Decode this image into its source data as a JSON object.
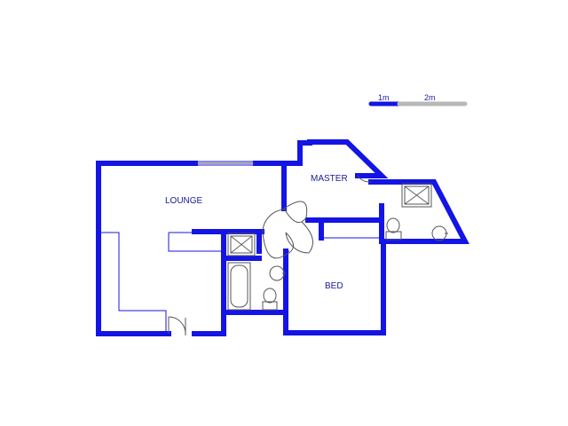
{
  "scale_bar": {
    "label_1": "1m",
    "label_2": "2m"
  },
  "rooms": {
    "lounge": "LOUNGE",
    "master": "MASTER",
    "bed": "BED"
  }
}
